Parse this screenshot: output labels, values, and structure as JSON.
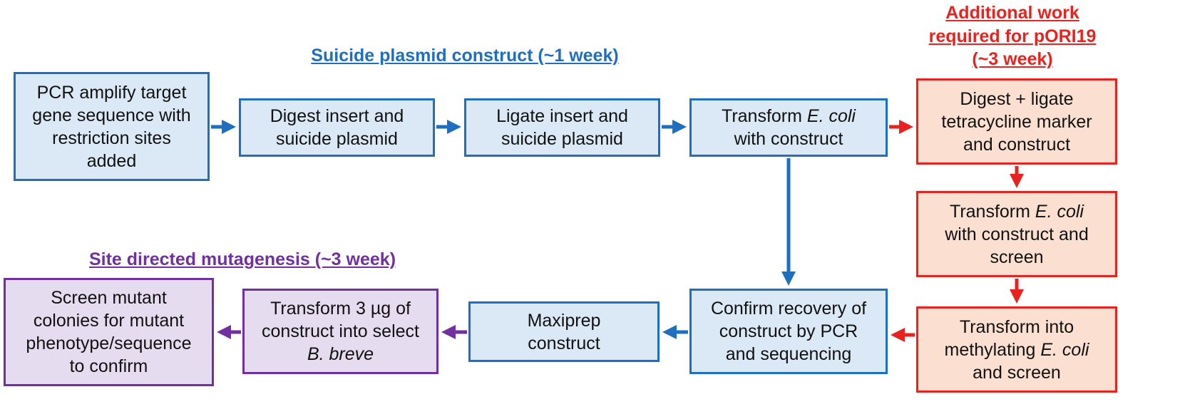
{
  "headings": {
    "suicide": "Suicide plasmid construct (~1 week)",
    "additional_1": "Additional work",
    "additional_2": "required for pORI19",
    "additional_3": "(~3 week)",
    "site_directed": "Site directed mutagenesis (~3 week)"
  },
  "boxes": {
    "pcr": [
      "PCR amplify target",
      "gene sequence with",
      "restriction sites",
      "added"
    ],
    "digest": [
      "Digest insert and",
      "suicide plasmid"
    ],
    "ligate": [
      "Ligate insert and",
      "suicide plasmid"
    ],
    "transform_ecoli": {
      "pre": "Transform ",
      "italic": "E. coli",
      "line2": "with construct"
    },
    "digest_ligate": [
      "Digest + ligate",
      "tetracycline marker",
      "and construct"
    ],
    "transform_screen": {
      "pre": "Transform ",
      "italic": "E. coli",
      "line2": "with construct and",
      "line3": "screen"
    },
    "methylating": {
      "line1": "Transform into",
      "pre": "methylating ",
      "italic": "E. coli",
      "line3": "and screen"
    },
    "confirm": [
      "Confirm recovery of",
      "construct by PCR",
      "and sequencing"
    ],
    "maxiprep": [
      "Maxiprep",
      "construct"
    ],
    "transform_breve": {
      "line1": "Transform 3 µg of",
      "line2": "construct into select",
      "italic": "B. breve"
    },
    "screen_mutant": [
      "Screen mutant",
      "colonies for mutant",
      "phenotype/sequence",
      "to confirm"
    ]
  },
  "colors": {
    "blue_border": "#1f6fc0",
    "blue_fill": "#dbe8f6",
    "red_border": "#e8231f",
    "red_fill": "#fbe0d2",
    "purple_border": "#7030a0",
    "purple_fill": "#e6dcef"
  }
}
